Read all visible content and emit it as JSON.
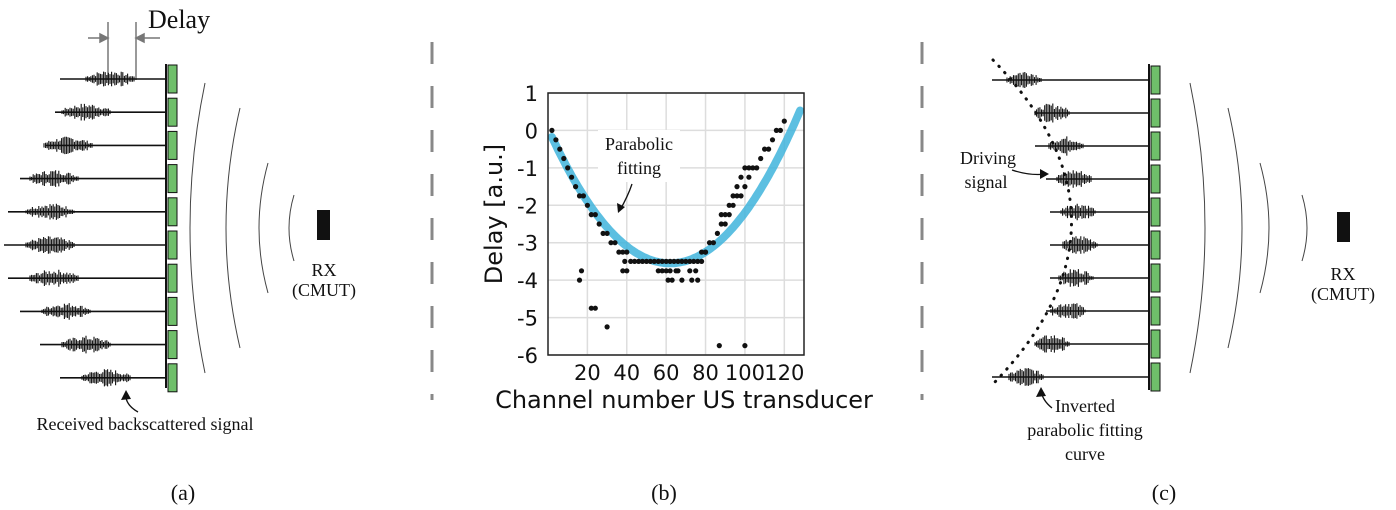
{
  "panel_a": {
    "delay_label": "Delay",
    "received_label": "Received backscattered signal",
    "rx_label_1": "RX",
    "rx_label_2": "(CMUT)",
    "caption": "(a)",
    "element_count": 10
  },
  "panel_b": {
    "caption": "(b)",
    "annotation_line1": "Parabolic",
    "annotation_line2": "fitting"
  },
  "panel_c": {
    "driving_label_1": "Driving",
    "driving_label_2": "signal",
    "inverted_label_1": "Inverted",
    "inverted_label_2": "parabolic fitting",
    "inverted_label_3": "curve",
    "rx_label_1": "RX",
    "rx_label_2": "(CMUT)",
    "caption": "(c)"
  },
  "colors": {
    "element_green": "#6fbf6a",
    "fit_blue": "#3fb4dc",
    "divider_gray": "#888888",
    "ink": "#111111"
  },
  "chart_data": {
    "type": "scatter",
    "title": "",
    "xlabel": "Channel number US transducer",
    "ylabel": "Delay [a.u.]",
    "xlim": [
      0,
      130
    ],
    "ylim": [
      -6,
      1
    ],
    "xticks": [
      20,
      40,
      60,
      80,
      100,
      120
    ],
    "yticks": [
      1,
      0,
      -1,
      -2,
      -3,
      -4,
      -5,
      -6
    ],
    "grid": true,
    "fit": {
      "name": "Parabolic fitting",
      "type": "parabola",
      "vertex_x": 62,
      "vertex_y": -3.55,
      "coef": 0.000937,
      "x_range": [
        2,
        128
      ]
    },
    "points": [
      [
        2,
        0.0
      ],
      [
        4,
        -0.25
      ],
      [
        6,
        -0.5
      ],
      [
        8,
        -0.75
      ],
      [
        10,
        -1.0
      ],
      [
        12,
        -1.25
      ],
      [
        14,
        -1.5
      ],
      [
        16,
        -1.75
      ],
      [
        18,
        -1.75
      ],
      [
        20,
        -2.0
      ],
      [
        22,
        -2.25
      ],
      [
        24,
        -2.25
      ],
      [
        26,
        -2.5
      ],
      [
        28,
        -2.75
      ],
      [
        30,
        -2.75
      ],
      [
        32,
        -3.0
      ],
      [
        34,
        -3.0
      ],
      [
        36,
        -3.25
      ],
      [
        38,
        -3.25
      ],
      [
        40,
        -3.25
      ],
      [
        42,
        -3.5
      ],
      [
        44,
        -3.5
      ],
      [
        46,
        -3.5
      ],
      [
        48,
        -3.5
      ],
      [
        50,
        -3.5
      ],
      [
        52,
        -3.5
      ],
      [
        54,
        -3.5
      ],
      [
        56,
        -3.5
      ],
      [
        58,
        -3.5
      ],
      [
        60,
        -3.5
      ],
      [
        62,
        -3.5
      ],
      [
        64,
        -3.5
      ],
      [
        66,
        -3.5
      ],
      [
        68,
        -3.5
      ],
      [
        70,
        -3.5
      ],
      [
        72,
        -3.5
      ],
      [
        74,
        -3.5
      ],
      [
        76,
        -3.5
      ],
      [
        78,
        -3.25
      ],
      [
        80,
        -3.25
      ],
      [
        82,
        -3.0
      ],
      [
        84,
        -3.0
      ],
      [
        86,
        -2.75
      ],
      [
        88,
        -2.5
      ],
      [
        90,
        -2.5
      ],
      [
        92,
        -2.25
      ],
      [
        94,
        -2.0
      ],
      [
        96,
        -1.75
      ],
      [
        98,
        -1.75
      ],
      [
        100,
        -1.5
      ],
      [
        102,
        -1.25
      ],
      [
        104,
        -1.0
      ],
      [
        106,
        -1.0
      ],
      [
        108,
        -0.75
      ],
      [
        110,
        -0.5
      ],
      [
        112,
        -0.5
      ],
      [
        114,
        -0.25
      ],
      [
        116,
        0.0
      ],
      [
        118,
        0.0
      ],
      [
        120,
        0.25
      ],
      [
        16,
        -4.0
      ],
      [
        17,
        -3.75
      ],
      [
        22,
        -4.75
      ],
      [
        24,
        -4.75
      ],
      [
        30,
        -5.25
      ],
      [
        38,
        -3.75
      ],
      [
        40,
        -3.75
      ],
      [
        39,
        -3.5
      ],
      [
        56,
        -3.75
      ],
      [
        58,
        -3.75
      ],
      [
        60,
        -3.75
      ],
      [
        61,
        -4.0
      ],
      [
        62,
        -3.75
      ],
      [
        63,
        -4.0
      ],
      [
        65,
        -3.75
      ],
      [
        66,
        -3.75
      ],
      [
        68,
        -4.0
      ],
      [
        72,
        -3.75
      ],
      [
        73,
        -4.0
      ],
      [
        75,
        -3.75
      ],
      [
        76,
        -4.0
      ],
      [
        78,
        -3.5
      ],
      [
        80,
        -3.25
      ],
      [
        88,
        -2.25
      ],
      [
        90,
        -2.25
      ],
      [
        92,
        -2.0
      ],
      [
        94,
        -1.75
      ],
      [
        96,
        -1.5
      ],
      [
        98,
        -1.25
      ],
      [
        100,
        -1.0
      ],
      [
        102,
        -1.0
      ],
      [
        87,
        -5.75
      ],
      [
        100,
        -5.75
      ]
    ]
  }
}
